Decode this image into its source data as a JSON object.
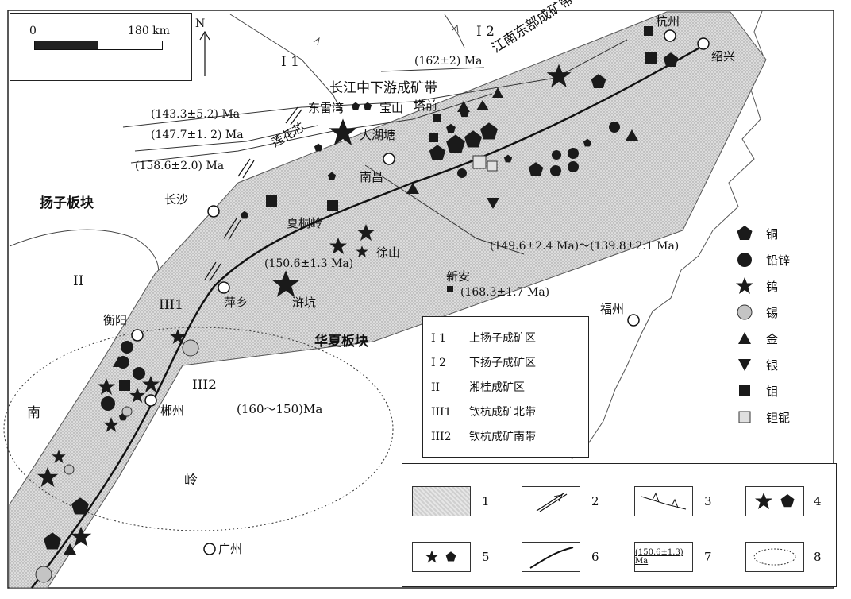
{
  "scale": {
    "zero": "0",
    "distance": "180 km"
  },
  "north": "N",
  "regions": {
    "i1": "I 1",
    "i2": "I 2",
    "ii": "II",
    "iii1": "III1",
    "iii2": "III2"
  },
  "belt_labels": {
    "yangtze_belt": "长江中下游成矿带",
    "jiangnan_belt": "江南东部成矿带"
  },
  "plates": {
    "yangtze": "扬子板块",
    "cathaysia": "华夏板块"
  },
  "nanling": {
    "nan": "南",
    "ling": "岭"
  },
  "places": {
    "hangzhou": "杭州",
    "shaoxing": "绍兴",
    "dongleiwan": "东雷湾",
    "baoshan": "宝山",
    "taqian": "塔前",
    "dahutang": "大湖塘",
    "lianhuaxin": "莲花芯",
    "nanchang": "南昌",
    "changsha": "长沙",
    "xiatongling": "夏桐岭",
    "xushan": "徐山",
    "xinan": "新安",
    "pingxiang": "萍乡",
    "xukeng": "浒坑",
    "fuzhou": "福州",
    "hengyang": "衡阳",
    "chenzhou": "郴州",
    "guangzhou": "广州"
  },
  "ages": {
    "a162": "(162±2) Ma",
    "a1433": "(143.3±5.2)  Ma",
    "a1477": "(147.7±1. 2)  Ma",
    "a1586": "(158.6±2.0) Ma",
    "a1496": "(149.6±2.4 Ma)～(139.8±2.1 Ma)",
    "a1506": "(150.6±1.3 Ma)",
    "a1683": "(168.3±1.7 Ma)",
    "a160": "(160～150)Ma"
  },
  "legend_minerals": [
    {
      "symbol": "pentagon-icon",
      "label": "铜"
    },
    {
      "symbol": "circle-icon",
      "label": "铅锌"
    },
    {
      "symbol": "star-icon",
      "label": "钨"
    },
    {
      "symbol": "grey-circle-icon",
      "label": "锡"
    },
    {
      "symbol": "triangle-up-icon",
      "label": "金"
    },
    {
      "symbol": "triangle-down-icon",
      "label": "银"
    },
    {
      "symbol": "square-icon",
      "label": "钼"
    },
    {
      "symbol": "grey-square-icon",
      "label": "钽铌"
    }
  ],
  "region_legend": [
    {
      "code": "I 1",
      "label": "上扬子成矿区"
    },
    {
      "code": "I 2",
      "label": "下扬子成矿区"
    },
    {
      "code": "II",
      "label": "湘桂成矿区"
    },
    {
      "code": "III1",
      "label": "钦杭成矿北带"
    },
    {
      "code": "III2",
      "label": "钦杭成矿南带"
    }
  ],
  "bottom_legend": {
    "n1": "1",
    "n2": "2",
    "n3": "3",
    "n4": "4",
    "n5": "5",
    "n6": "6",
    "n7": "7",
    "n8": "8",
    "sample_age": "(150.6±1.3) Ma"
  },
  "colors": {
    "belt_fill": "#d6d6d6",
    "symbol": "#1a1a1a",
    "grey_symbol": "#c4c4c4"
  }
}
